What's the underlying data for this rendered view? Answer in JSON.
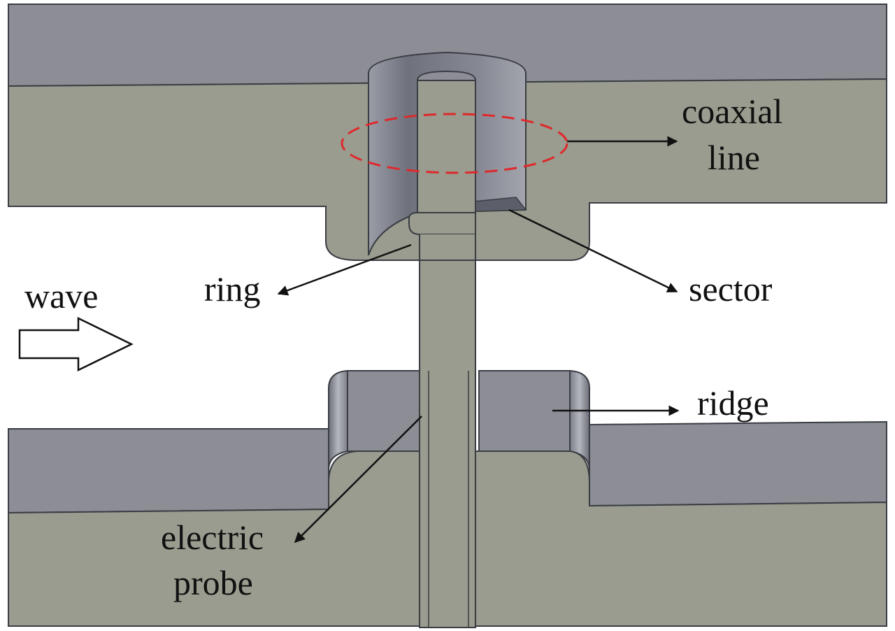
{
  "labels": {
    "coaxial_line": [
      "coaxial",
      "line"
    ],
    "ring": "ring",
    "sector": "sector",
    "wave": "wave",
    "ridge": "ridge",
    "electric_probe": [
      "electric",
      "probe"
    ]
  },
  "colors": {
    "background": "#ffffff",
    "metal_face": "#999c8e",
    "metal_top": "#8c8d95",
    "inner_wall": "#7e818c",
    "outline": "#3a3d44",
    "annotation_ellipse": "#e0282c",
    "arrow": "#111111"
  }
}
